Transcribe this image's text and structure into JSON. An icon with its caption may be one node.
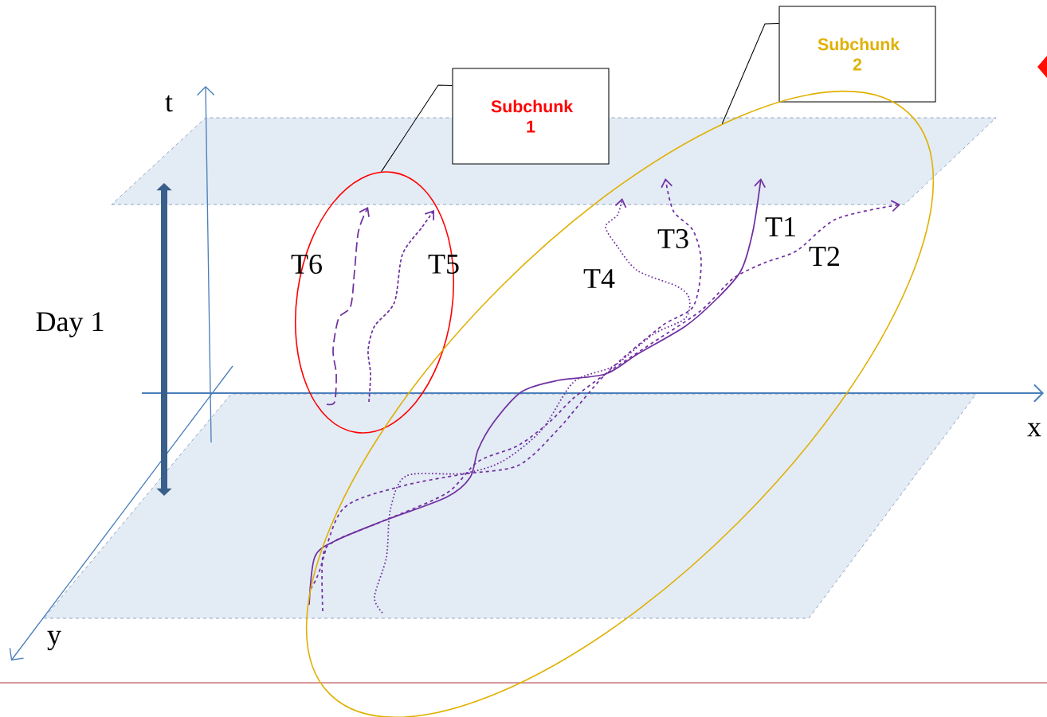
{
  "diagram": {
    "nodes": [
      {
        "text": [
          "Subchunk 1"
        ]
      },
      {
        "text": [],
        "shape": "ellipse"
      },
      {
        "text": [
          "Subchunk 2"
        ]
      },
      {
        "text": [],
        "shape": "ellipse"
      }
    ],
    "edges": [
      {
        "from": 0,
        "to": 1,
        "arrow": "none"
      },
      {
        "from": 2,
        "to": 3,
        "arrow": "none"
      }
    ],
    "labels": [
      "t",
      "T6",
      "T5",
      "T3",
      "T1",
      "T4",
      "T2",
      "Day 1",
      "x",
      "y"
    ]
  }
}
